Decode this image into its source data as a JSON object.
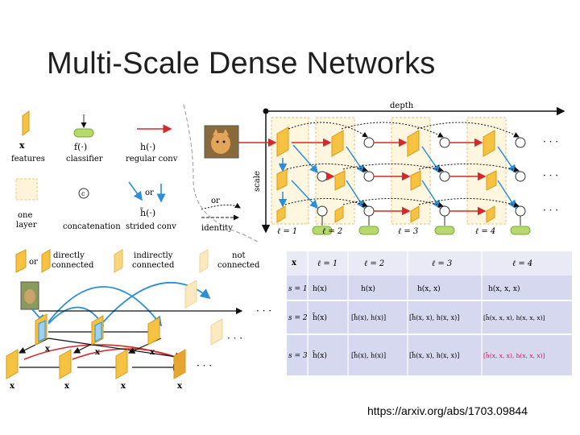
{
  "slide": {
    "title": "Multi-Scale Dense Networks",
    "source": "https://arxiv.org/abs/1703.09844"
  },
  "legend": {
    "features_symbol": "x",
    "features": "features",
    "classifier_symbol": "f(·)",
    "classifier": "classifier",
    "regular_symbol": "h(·)",
    "regular_conv": "regular conv",
    "one_layer": "one\nlayer",
    "one_layer_1": "one",
    "one_layer_2": "layer",
    "concatenation_symbol": "c",
    "concatenation": "concatenation",
    "or": "or",
    "strided_symbol": "h̃(·)",
    "strided_conv": "strided conv",
    "identity": "identity"
  },
  "connectivity_legend": {
    "or": "or",
    "directly_1": "directly",
    "directly_2": "connected",
    "indirectly_1": "indirectly",
    "indirectly_2": "connected",
    "not_1": "not",
    "not_2": "connected"
  },
  "network": {
    "depth_label": "depth",
    "scale_label": "scale",
    "layers": [
      "ℓ = 1",
      "ℓ = 2",
      "ℓ = 3",
      "ℓ = 4"
    ],
    "ellipsis": "· · ·"
  },
  "dense_diagram": {
    "x_labels": [
      "x",
      "x",
      "x",
      "x"
    ],
    "ellipsis": "· · ·"
  },
  "table": {
    "corner": "x",
    "columns": [
      "ℓ = 1",
      "ℓ = 2",
      "ℓ = 3",
      "ℓ = 4"
    ],
    "rows": [
      {
        "label": "s = 1",
        "cells": [
          "h(x)",
          "h(x)",
          "h(x, x)",
          "h(x, x, x)"
        ]
      },
      {
        "label": "s = 2",
        "cells": [
          "h̃(x)",
          "[h̃(x), h(x)]",
          "[h̃(x, x), h(x, x)]",
          "[h̃(x, x, x), h(x, x, x)]"
        ]
      },
      {
        "label": "s = 3",
        "cells": [
          "h̃(x)",
          "[h̃(x), h(x)]",
          "[h̃(x, x), h(x, x)]",
          "[h̃(x, x, x), h(x, x, x)]"
        ]
      }
    ]
  },
  "colors": {
    "feature": "#f5c242",
    "feature_dark": "#d99a1a",
    "classifier": "#b7d96b",
    "regular_arrow": "#d62828",
    "strided_arrow": "#2b8fd8",
    "table_header": "#e9eaf5",
    "table_row": "#d6d8f0"
  }
}
